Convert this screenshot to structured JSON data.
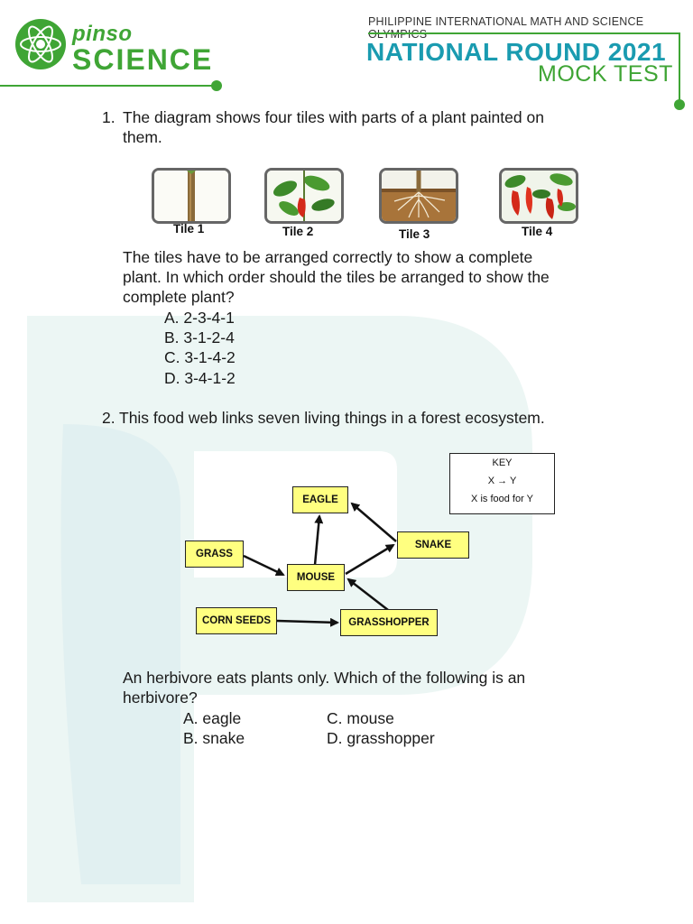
{
  "header": {
    "brand_top": "pinso",
    "brand_main": "SCIENCE",
    "org_title": "PHILIPPINE INTERNATIONAL MATH AND SCIENCE OLYMPICS",
    "round_title": "NATIONAL ROUND 2021",
    "mock_title": "MOCK TEST"
  },
  "colors": {
    "brand_green": "#3fa535",
    "brand_teal": "#1a9bb0",
    "node_fill": "#ffff80"
  },
  "q1": {
    "number": "1.",
    "prompt_line1": "The diagram shows four tiles with parts of a plant painted on",
    "prompt_line2": "them.",
    "tiles": [
      {
        "label": "Tile 1",
        "content": "stem"
      },
      {
        "label": "Tile 2",
        "content": "leaves and chili"
      },
      {
        "label": "Tile 3",
        "content": "roots in soil"
      },
      {
        "label": "Tile 4",
        "content": "chili fruits"
      }
    ],
    "body_line1": "The tiles have to be arranged correctly to show a complete",
    "body_line2": "plant.  In which order should the tiles be arranged to show the",
    "body_line3": "complete plant?",
    "options": [
      "A. 2-3-4-1",
      "B. 3-1-2-4",
      "C. 3-1-4-2",
      "D. 3-4-1-2"
    ]
  },
  "q2": {
    "number": "2.",
    "prompt": "This food web links seven living things in a forest ecosystem.",
    "nodes": {
      "eagle": "EAGLE",
      "grass": "GRASS",
      "mouse": "MOUSE",
      "snake": "SNAKE",
      "corn": "CORN SEEDS",
      "grasshopper": "GRASSHOPPER"
    },
    "key": {
      "title": "KEY",
      "line1": "X → Y",
      "line2": "X is food for Y"
    },
    "body_line1": "An herbivore eats plants only. Which of the following is an",
    "body_line2": "herbivore?",
    "options": {
      "a": "A.  eagle",
      "b": "B.  snake",
      "c": "C. mouse",
      "d": "D. grasshopper"
    }
  }
}
